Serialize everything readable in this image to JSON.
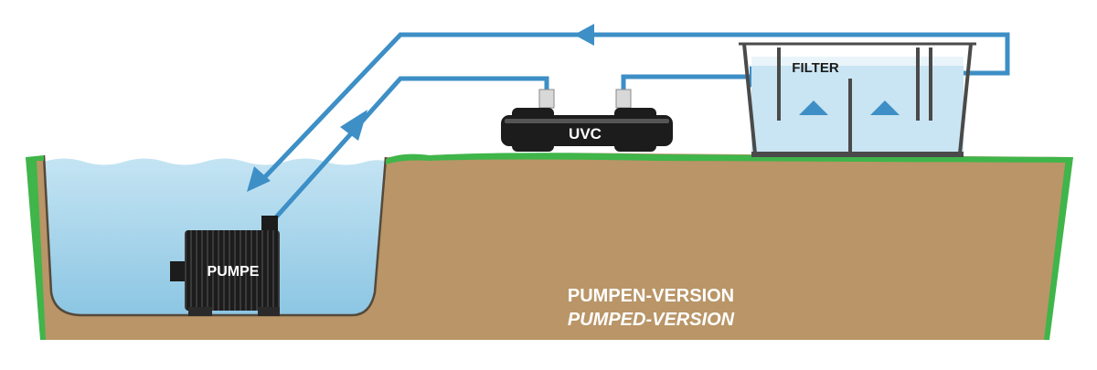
{
  "labels": {
    "pump": "PUMPE",
    "uvc": "UVC",
    "filter": "FILTER",
    "caption_de": "PUMPEN-VERSION",
    "caption_en": "PUMPED-VERSION"
  },
  "colors": {
    "pipe": "#3d8fc6",
    "water": "#a9d6ec",
    "soil": "#b99567",
    "grass": "#3fb54a",
    "equipment": "#1c1c1c",
    "filter_frame": "#4a4a4a",
    "caption": "#ffffff"
  }
}
